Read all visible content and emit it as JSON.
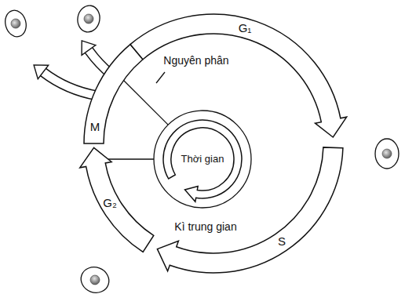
{
  "diagram": {
    "labels": [
      "G₁",
      "Nguyên phân",
      "M",
      "Thời gian",
      "G₂",
      "Kì trung gian",
      "S"
    ]
  }
}
